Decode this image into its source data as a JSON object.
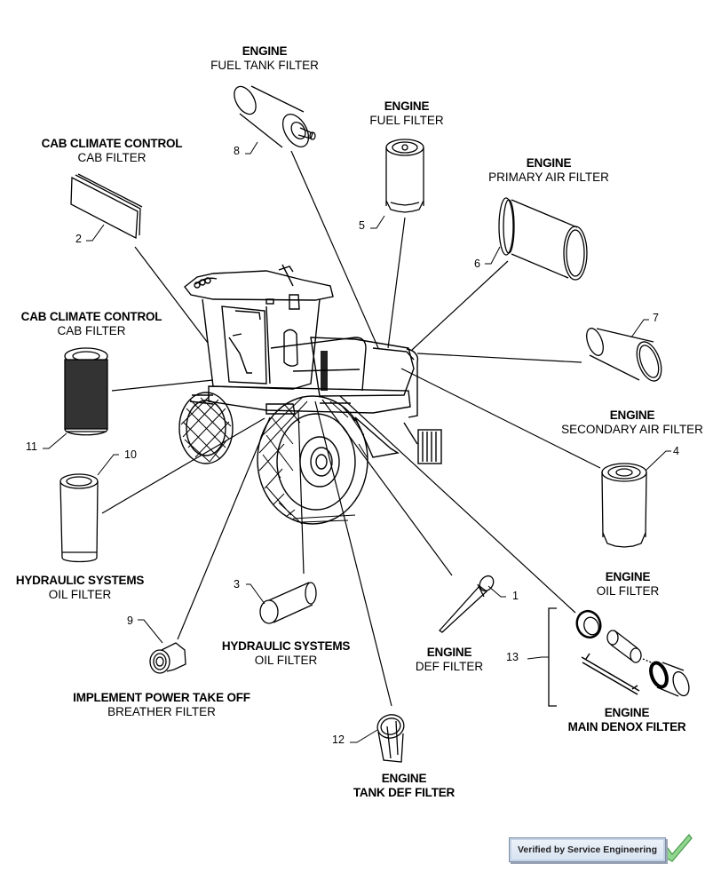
{
  "diagram": {
    "subject": "Self-propelled windrower filter locations",
    "callouts": [
      {
        "id": "8",
        "system": "ENGINE",
        "part": "FUEL TANK FILTER"
      },
      {
        "id": "5",
        "system": "ENGINE",
        "part": "FUEL FILTER"
      },
      {
        "id": "2",
        "system": "CAB CLIMATE CONTROL",
        "part": "CAB FILTER"
      },
      {
        "id": "6",
        "system": "ENGINE",
        "part": "PRIMARY AIR FILTER"
      },
      {
        "id": "11",
        "system": "CAB CLIMATE CONTROL",
        "part": "CAB FILTER"
      },
      {
        "id": "7",
        "system": "ENGINE",
        "part": "SECONDARY AIR FILTER"
      },
      {
        "id": "10",
        "system": "HYDRAULIC SYSTEMS",
        "part": "OIL FILTER"
      },
      {
        "id": "4",
        "system": "ENGINE",
        "part": "OIL FILTER"
      },
      {
        "id": "3",
        "system": "HYDRAULIC SYSTEMS",
        "part": "OIL FILTER"
      },
      {
        "id": "1",
        "system": "ENGINE",
        "part": "DEF FILTER"
      },
      {
        "id": "9",
        "system": "IMPLEMENT POWER TAKE OFF",
        "part": "BREATHER FILTER"
      },
      {
        "id": "13",
        "system": "ENGINE",
        "part": "MAIN DENOX FILTER"
      },
      {
        "id": "12",
        "system": "ENGINE",
        "part": "TANK DEF FILTER"
      }
    ]
  },
  "badge": {
    "text": "Verified by Service Engineering",
    "check_color": "#5cb85c"
  }
}
